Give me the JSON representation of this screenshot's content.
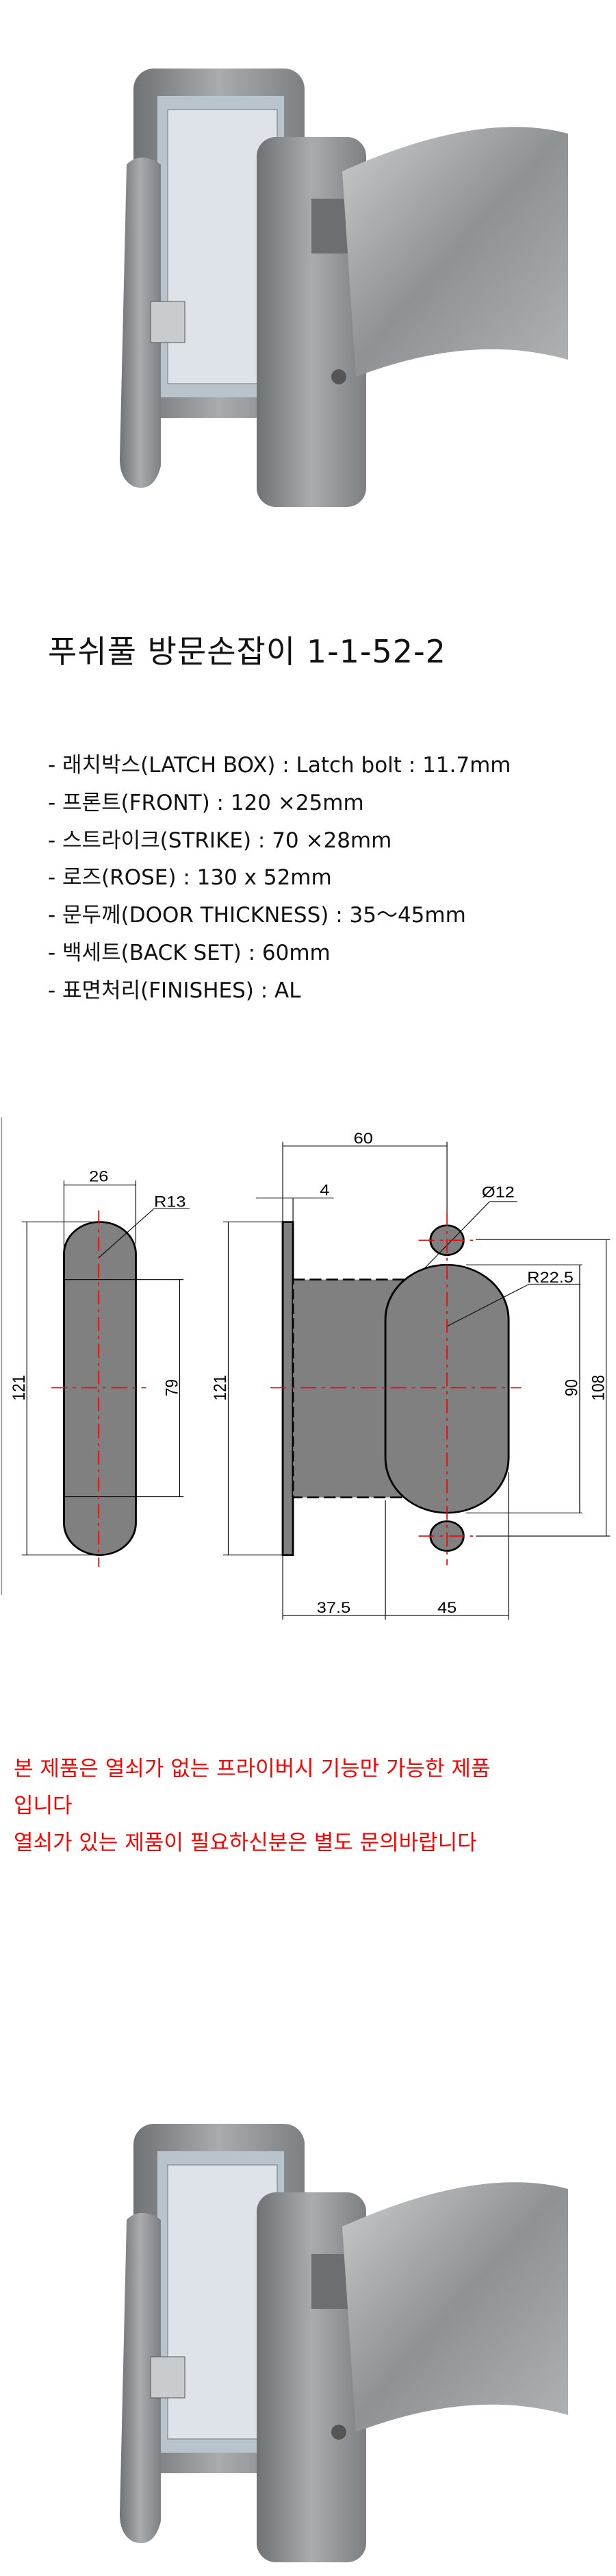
{
  "title": "푸쉬풀 방문손잡이 1-1-52-2",
  "specs": [
    "- 래치박스(LATCH BOX) : Latch bolt : 11.7mm",
    "- 프론트(FRONT) : 120 ×25mm",
    "- 스트라이크(STRIKE) : 70 ×28mm",
    "- 로즈(ROSE) : 130 x 52mm",
    "- 문두께(DOOR THICKNESS) : 35～45mm",
    "- 백세트(BACK SET) : 60mm",
    "- 표면처리(FINISHES) : AL"
  ],
  "drawing": {
    "dims": {
      "w26": "26",
      "r13": "R13",
      "h121a": "121",
      "d79": "79",
      "d60": "60",
      "d4": "4",
      "dia12": "Ø12",
      "r22": "R22.5",
      "h121b": "121",
      "d90": "90",
      "d108": "108",
      "d375": "37.5",
      "d45": "45"
    },
    "colors": {
      "fill": "#808080",
      "center_line": "#ff0000"
    }
  },
  "notice": {
    "line1": "본 제품은 열쇠가 없는 프라이버시 기능만 가능한 제품",
    "line2": "입니다",
    "line3": "열쇠가 있는 제품이 필요하신분은 별도 문의바랍니다",
    "color": "#ff0000"
  }
}
